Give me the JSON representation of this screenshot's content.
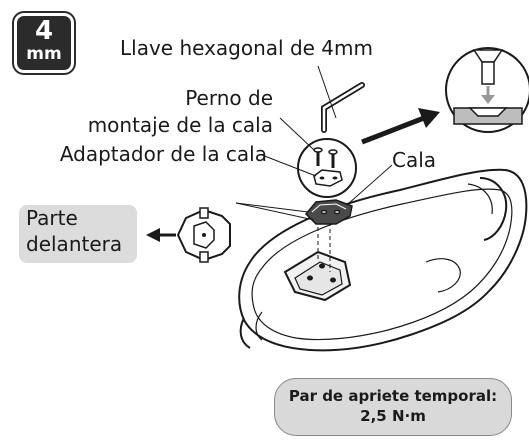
{
  "badge": {
    "number": "4",
    "unit": "mm"
  },
  "labels": {
    "hex_key": "Llave hexagonal de 4mm",
    "bolt_line1": "Perno de",
    "bolt_line2": "montaje de la cala",
    "adapter": "Adaptador de la cala",
    "cleat": "Cala",
    "front_line1": "Parte",
    "front_line2": "delantera"
  },
  "torque": {
    "line1": "Par de apriete temporal:",
    "line2": "2,5 N·m"
  },
  "colors": {
    "badge_bg": "#2b2b2b",
    "label_box": "#dcdcdc",
    "torque_box": "#d9d9d9",
    "ink": "#1a1a1a"
  }
}
